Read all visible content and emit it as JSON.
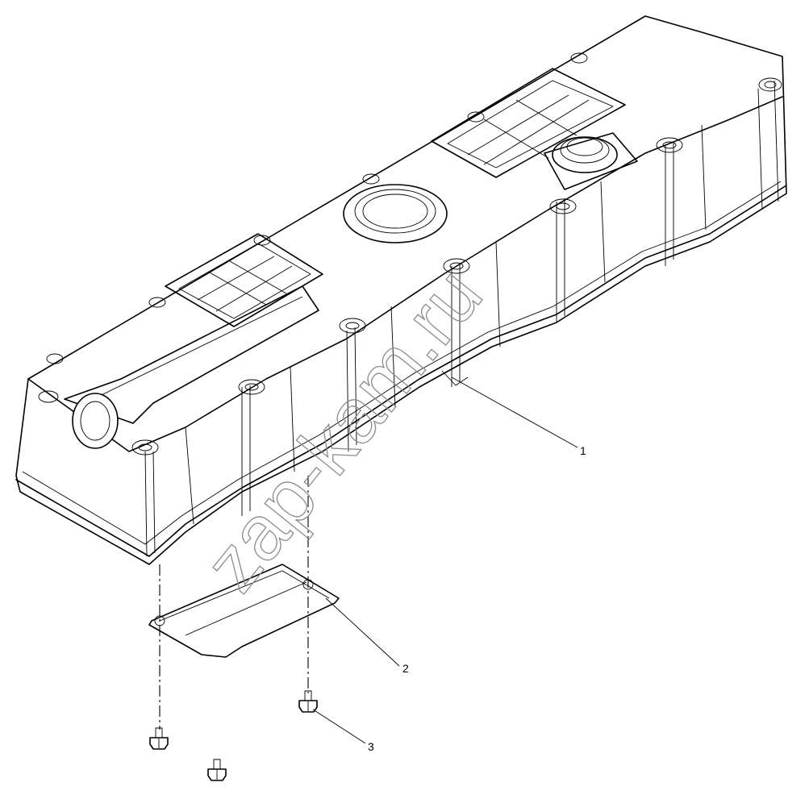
{
  "watermark": "zap-kam.ru",
  "callouts": [
    {
      "id": "1",
      "label": "1"
    },
    {
      "id": "2",
      "label": "2"
    },
    {
      "id": "3",
      "label": "3"
    }
  ]
}
